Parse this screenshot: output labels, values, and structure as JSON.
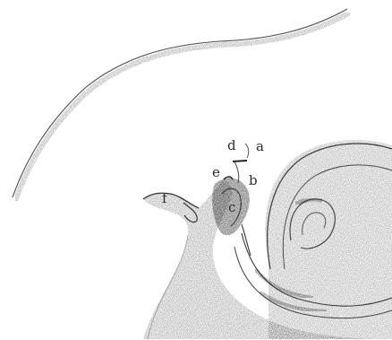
{
  "figure": {
    "ink_color": "#3a3a3a",
    "stipple_color": "#8a8a8a",
    "background_color": "#ffffff",
    "labels": {
      "a": "a",
      "b": "b",
      "c": "c",
      "d": "d",
      "e": "e",
      "f": "f"
    }
  }
}
